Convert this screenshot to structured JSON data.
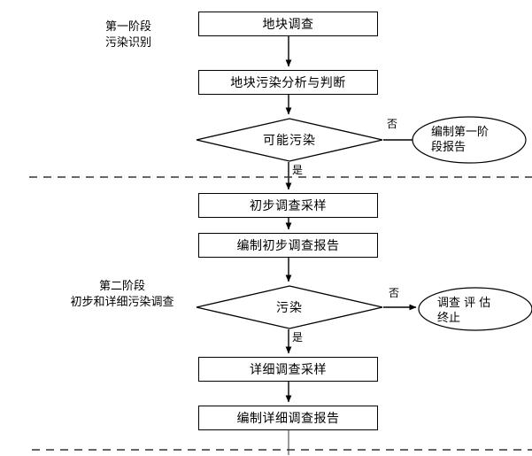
{
  "diagram": {
    "title_stages": {
      "stage1": "第一阶段\n污染识别",
      "stage2": "第二阶段\n初步和详细污染调查"
    },
    "nodes": {
      "site_survey": "地块调查",
      "pollution_analysis": "地块污染分析与判断",
      "possible_pollution": "可能污染",
      "stage1_report": "编制第一阶",
      "stage1_report_line2": "段报告",
      "prelim_sampling": "初步调查采样",
      "prelim_report": "编制初步调查报告",
      "pollution_decision": "污染",
      "stop_assessment": "调查 评 估",
      "stop_assessment_line2": "终止",
      "detail_sampling": "详细调查采样",
      "detail_report": "编制详细调查报告"
    },
    "edge_labels": {
      "no_1": "否",
      "yes_1": "是",
      "no_2": "否",
      "yes_2": "是"
    },
    "colors": {
      "stroke": "#000000",
      "divider": "#404040",
      "background": "#ffffff"
    }
  }
}
